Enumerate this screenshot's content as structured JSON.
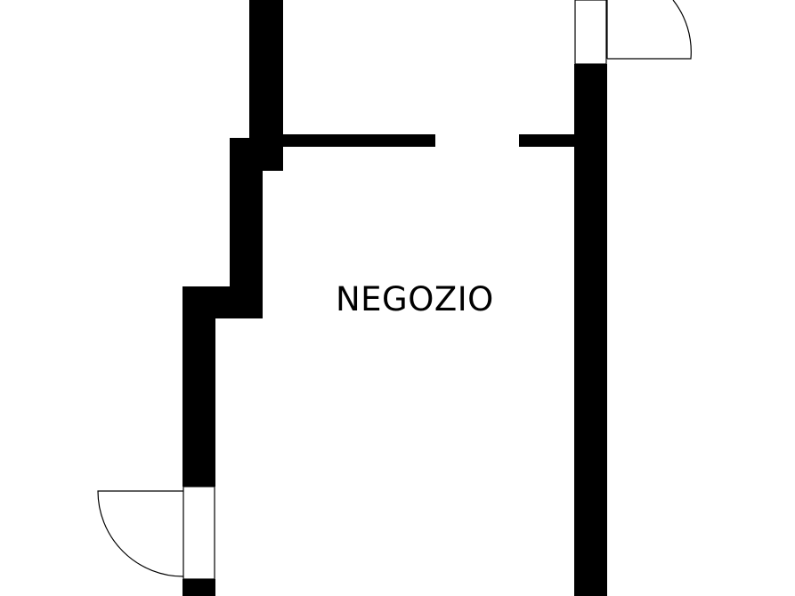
{
  "floor_plan": {
    "rooms": [
      {
        "label": "NEGOZIO"
      }
    ],
    "doors": [
      {
        "name": "top-right-door",
        "swing": "outward"
      },
      {
        "name": "bottom-left-door",
        "swing": "outward"
      }
    ],
    "colors": {
      "wall": "#000000",
      "background": "#ffffff"
    }
  }
}
